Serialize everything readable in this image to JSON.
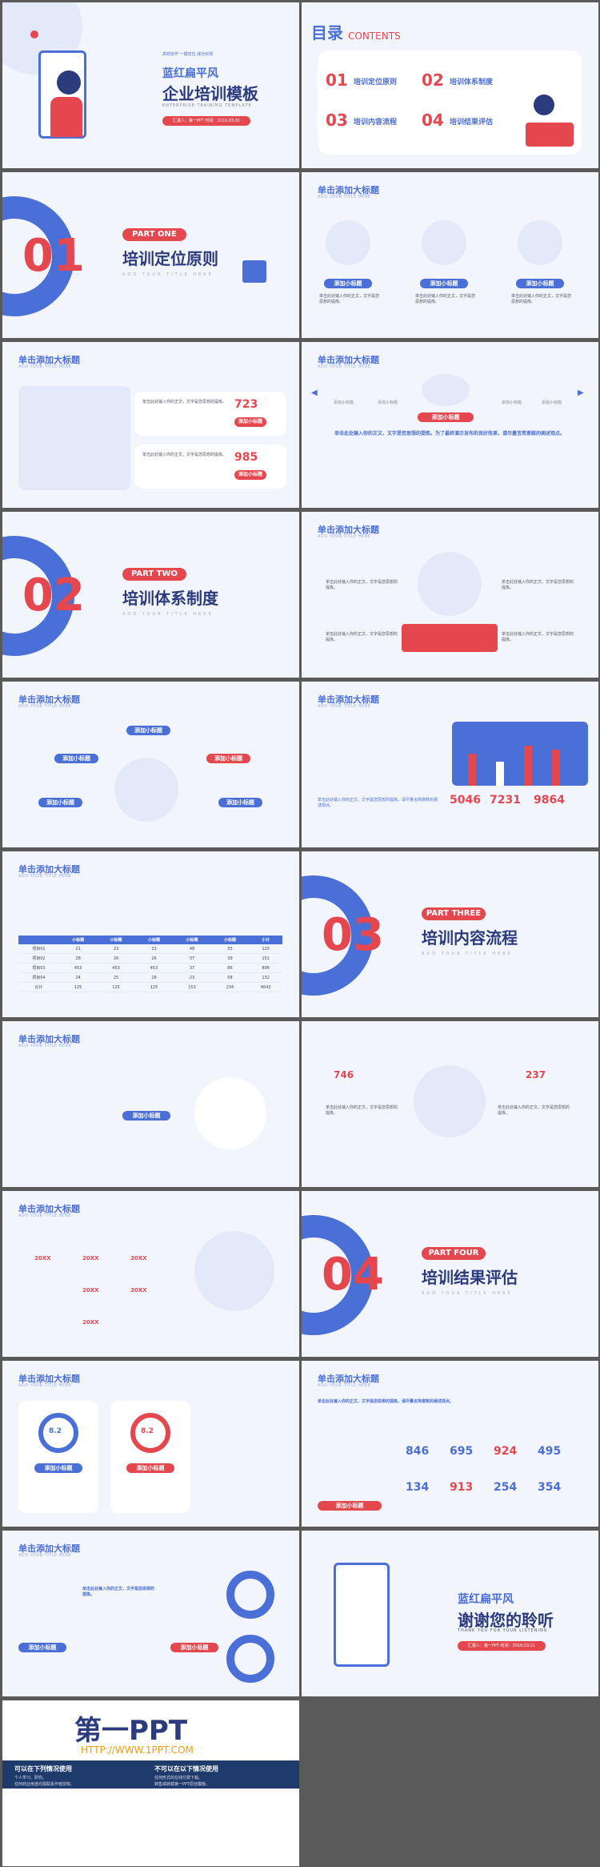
{
  "colors": {
    "blue": "#4a6fd6",
    "red": "#e5474f",
    "light": "#f3f5fc"
  },
  "cover": {
    "tag1": "高效协作",
    "tag2": "一键定位",
    "tag3": "成功实现",
    "title1": "蓝红扁平风",
    "title2": "企业培训模板",
    "en": "ENTERPRISE TRAINING TEMPLATE",
    "info": "汇报人：第一PPT  时间：2019.03.01"
  },
  "toc": {
    "title": "目录",
    "en": "CONTENTS",
    "items": [
      {
        "n": "01",
        "t": "培训定位原则"
      },
      {
        "n": "02",
        "t": "培训体系制度"
      },
      {
        "n": "03",
        "t": "培训内容流程"
      },
      {
        "n": "04",
        "t": "培训结果评估"
      }
    ]
  },
  "common": {
    "heading": "单击添加大标题",
    "heading_sub": "ADD YOUR TITLE HERE",
    "small": "添加小标题",
    "body": "单击此处输入你的正文，文字是您思想的提炼。",
    "body2": "单击此处输入你的正文，文字是您思想的提炼，请尽量言简意赅的阐述观点。",
    "en_sub": "ADD YOUR TITLE HERE"
  },
  "parts": [
    {
      "n": "01",
      "label": "PART ONE",
      "title": "培训定位原则"
    },
    {
      "n": "02",
      "label": "PART TWO",
      "title": "培训体系制度"
    },
    {
      "n": "03",
      "label": "PART THREE",
      "title": "培训内容流程"
    },
    {
      "n": "04",
      "label": "PART FOUR",
      "title": "培训结果评估"
    }
  ],
  "stats_s5": [
    "723",
    "985"
  ],
  "s7_text": "单击此处输入你的正文，文字是您思想的提炼。为了最终演示发布的良好效果，请尽量言简意赅的阐述观点。",
  "s10_stats": [
    "5046",
    "7231",
    "9864"
  ],
  "table": {
    "headers": [
      "",
      "小标题",
      "小标题",
      "小标题",
      "小标题",
      "小标题",
      "小计"
    ],
    "rows": [
      [
        "项目01",
        "21",
        "23",
        "23",
        "48",
        "55",
        "125"
      ],
      [
        "项目02",
        "28",
        "26",
        "26",
        "37",
        "39",
        "151"
      ],
      [
        "项目03",
        "453",
        "453",
        "453",
        "37",
        "86",
        "896"
      ],
      [
        "项目04",
        "24",
        "25",
        "28",
        "23",
        "58",
        "132"
      ],
      [
        "合计",
        "125",
        "125",
        "125",
        "153",
        "234",
        "4643"
      ]
    ]
  },
  "s14_stats": [
    "746",
    "237"
  ],
  "s16_items": [
    "20XX",
    "20XX",
    "20XX",
    "20XX",
    "20XX",
    "20XX"
  ],
  "s18_donut": [
    "8.2",
    "8.2"
  ],
  "s19_stats": [
    "846",
    "695",
    "924",
    "495",
    "134",
    "913",
    "254",
    "354"
  ],
  "end": {
    "title1": "蓝红扁平风",
    "title2": "谢谢您的聆听",
    "en": "THANK YOU FOR YOUR LISTENING",
    "info": "汇报人：第一PPT  时间：2019.03.01"
  },
  "footer": {
    "logo": "第一PPT",
    "url": "HTTP://WWW.1PPT.COM",
    "can": "可以在下列情况使用",
    "cannot": "不可以在以下情况使用",
    "can1": "个人学习、研究。",
    "can2": "任何商业用途均需联系作者授权。",
    "no1": "任何形式的在线付费下载。",
    "no2": "转售或转载第一PPT原创模板。"
  }
}
